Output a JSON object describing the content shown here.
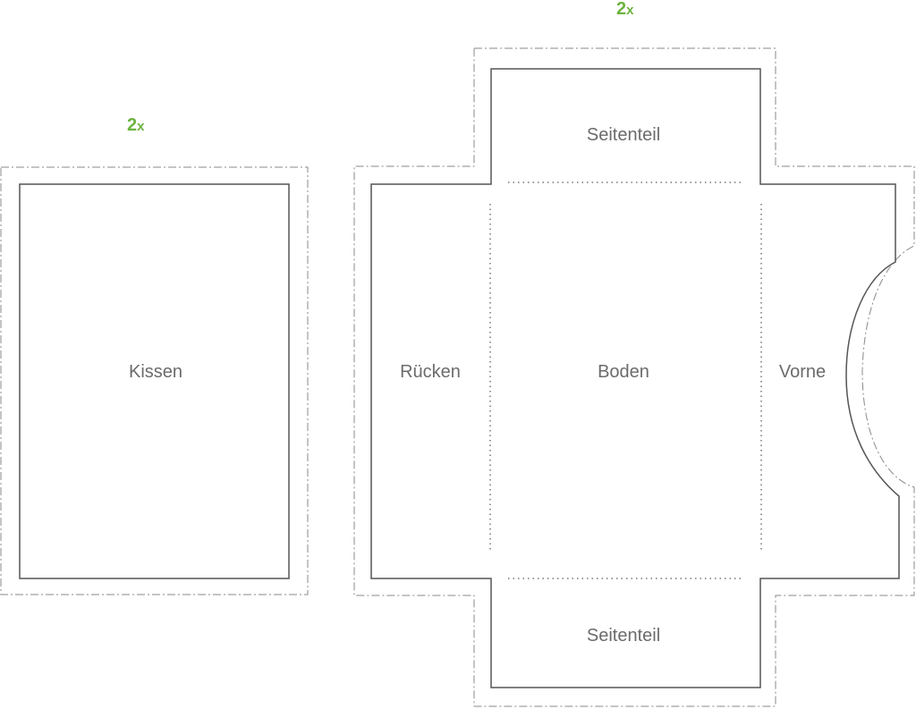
{
  "pieces": {
    "cushion": {
      "quantity": "2",
      "quantity_suffix": "x",
      "label": "Kissen"
    },
    "box": {
      "quantity": "2",
      "quantity_suffix": "x",
      "labels": {
        "side_top": "Seitenteil",
        "back": "Rücken",
        "bottom": "Boden",
        "front": "Vorne",
        "side_bottom": "Seitenteil"
      }
    }
  },
  "colors": {
    "quantity": "#6cb33f",
    "label": "#6b6b6b",
    "cut_line": "#555555",
    "seam_allowance": "#8a8a8a",
    "fold_line": "#777777"
  }
}
